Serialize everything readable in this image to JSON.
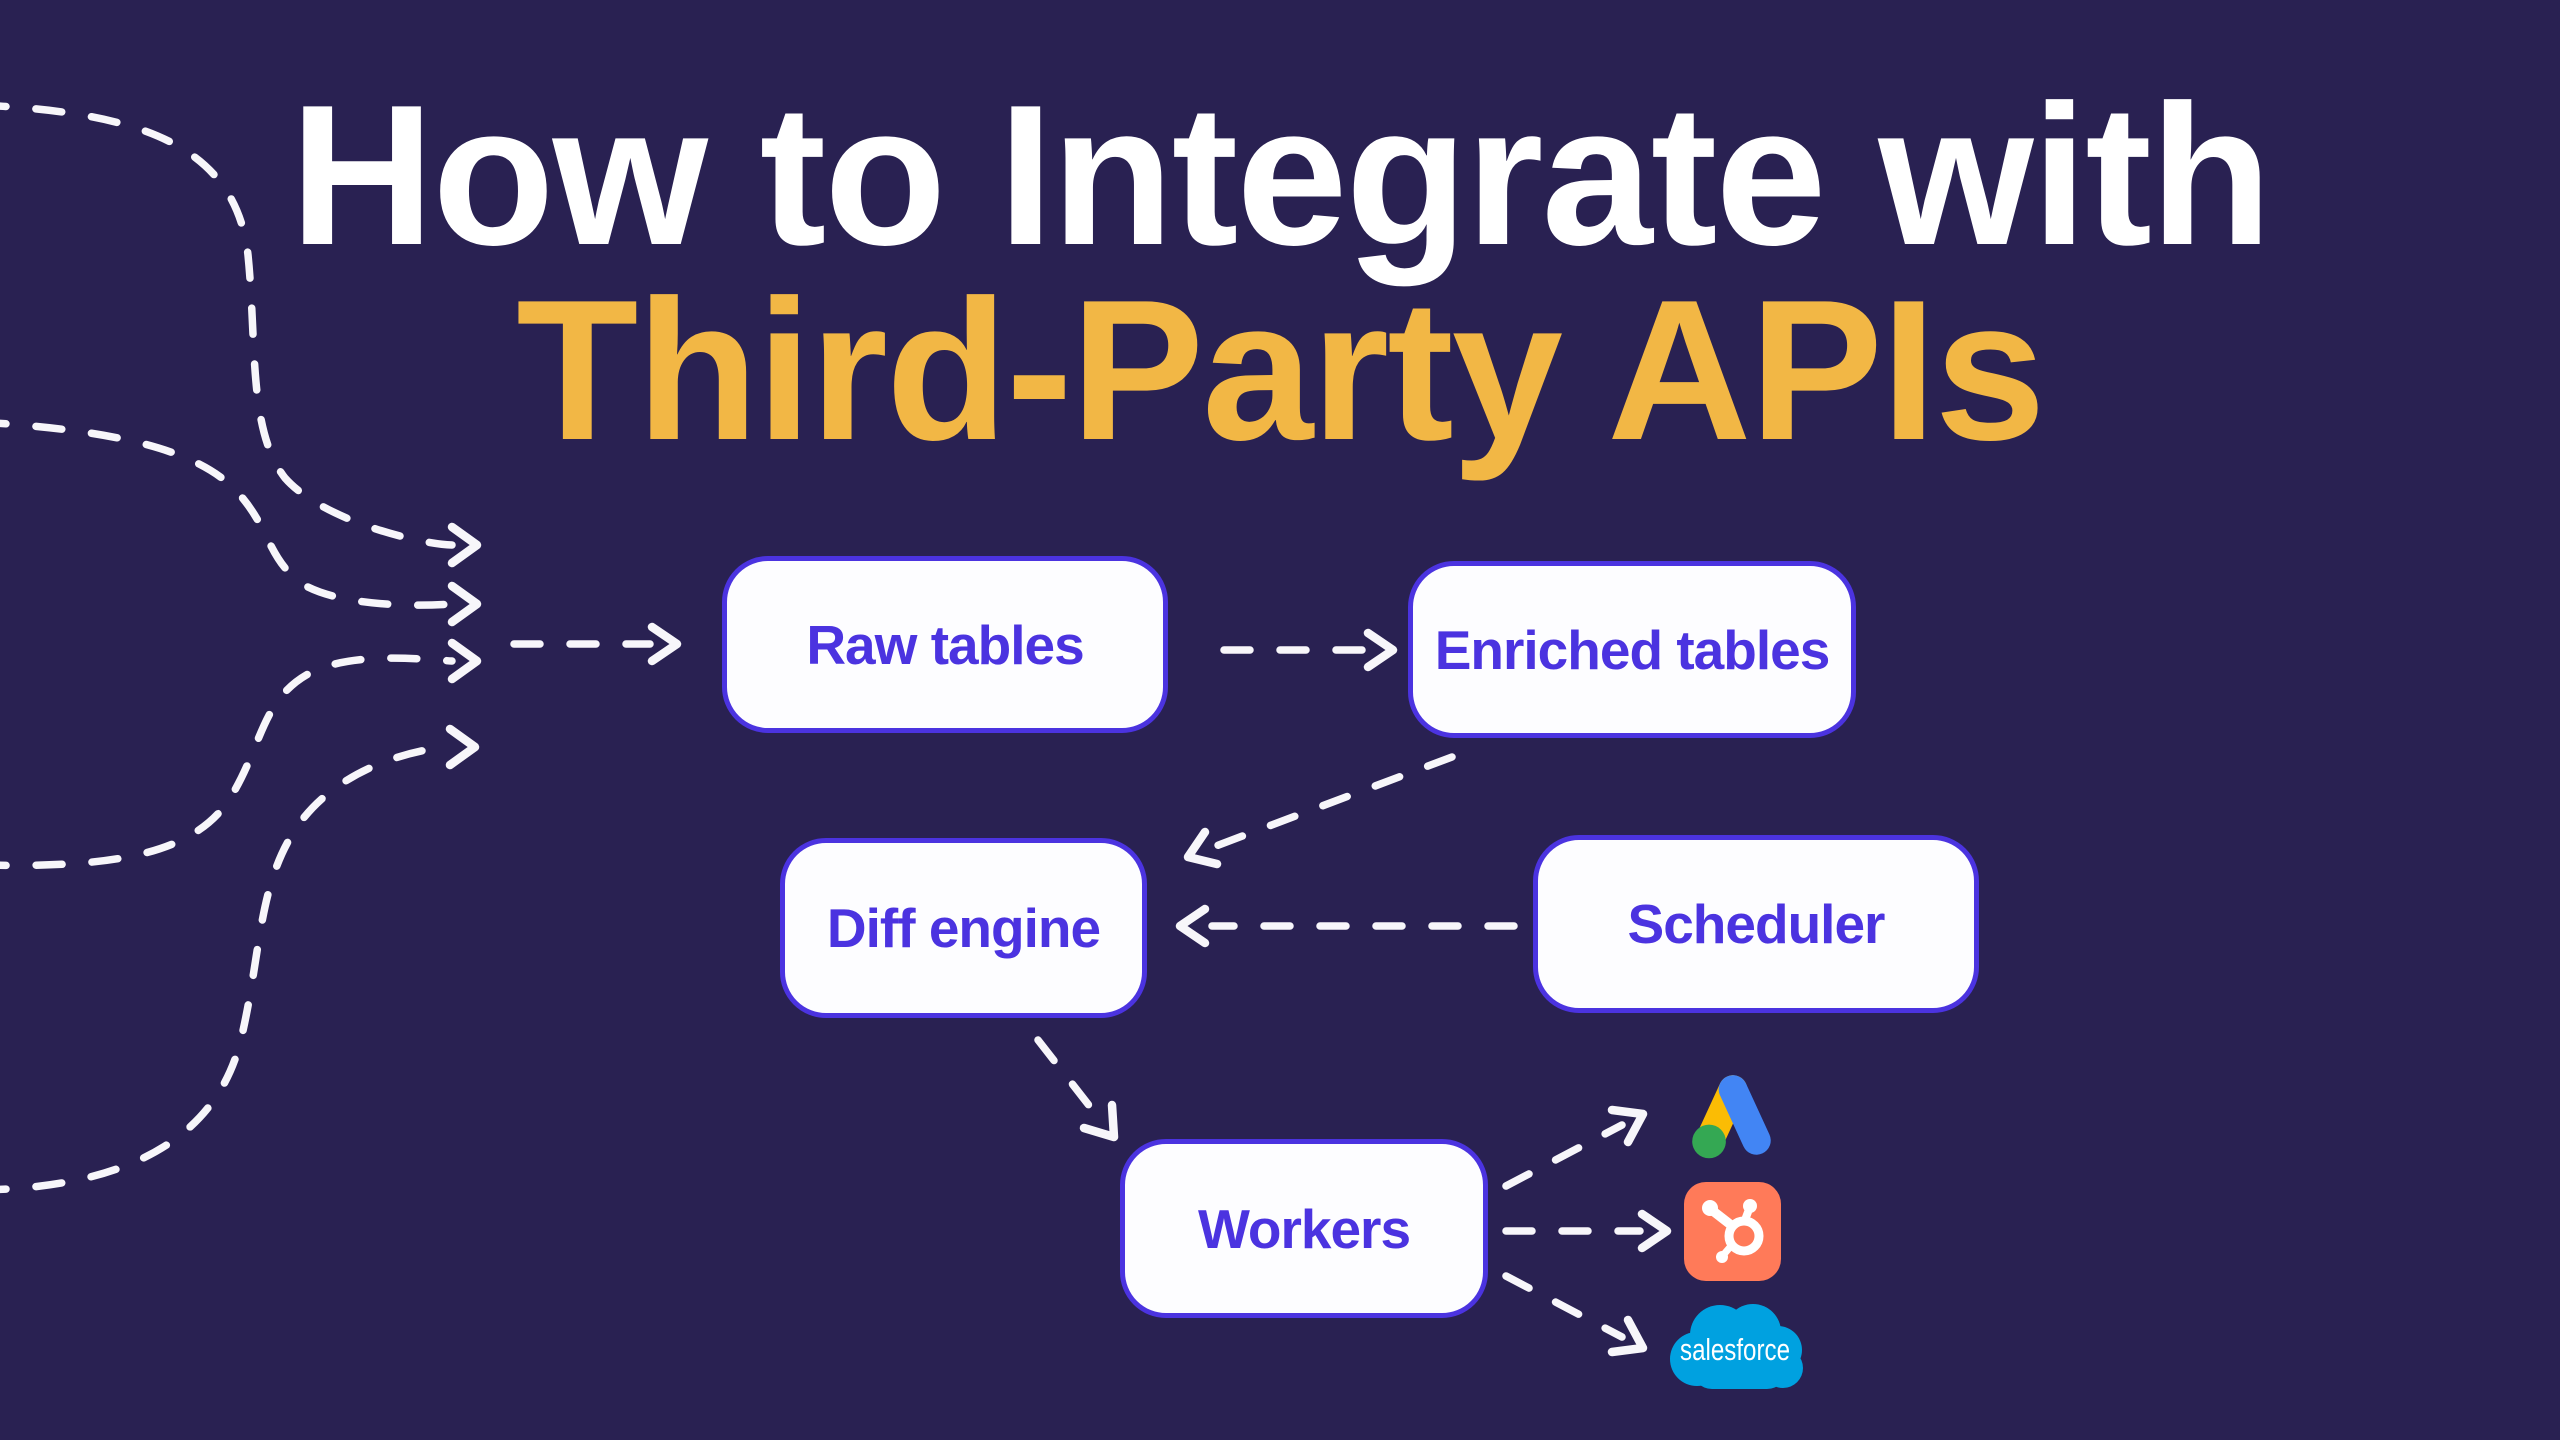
{
  "title": {
    "line1": "How to Integrate with",
    "line2": "Third-Party APIs"
  },
  "nodes": {
    "raw": {
      "label": "Raw tables"
    },
    "enriched": {
      "label": "Enriched tables"
    },
    "diff": {
      "label": "Diff engine"
    },
    "scheduler": {
      "label": "Scheduler"
    },
    "workers": {
      "label": "Workers"
    }
  },
  "integrations": {
    "google_ads": {
      "name": "Google Ads icon"
    },
    "hubspot": {
      "name": "HubSpot icon"
    },
    "salesforce": {
      "name": "Salesforce icon",
      "label": "salesforce"
    }
  },
  "colors": {
    "bg": "#292152",
    "accent": "#4B33E0",
    "box_fill": "#FDFDFF",
    "line": "#F7F6FA",
    "title_yellow": "#F2B745",
    "google_blue": "#4285F4",
    "google_yellow": "#FBBC04",
    "google_green": "#34A853",
    "hubspot_orange": "#FF7A59",
    "salesforce_blue": "#00A1E0"
  }
}
